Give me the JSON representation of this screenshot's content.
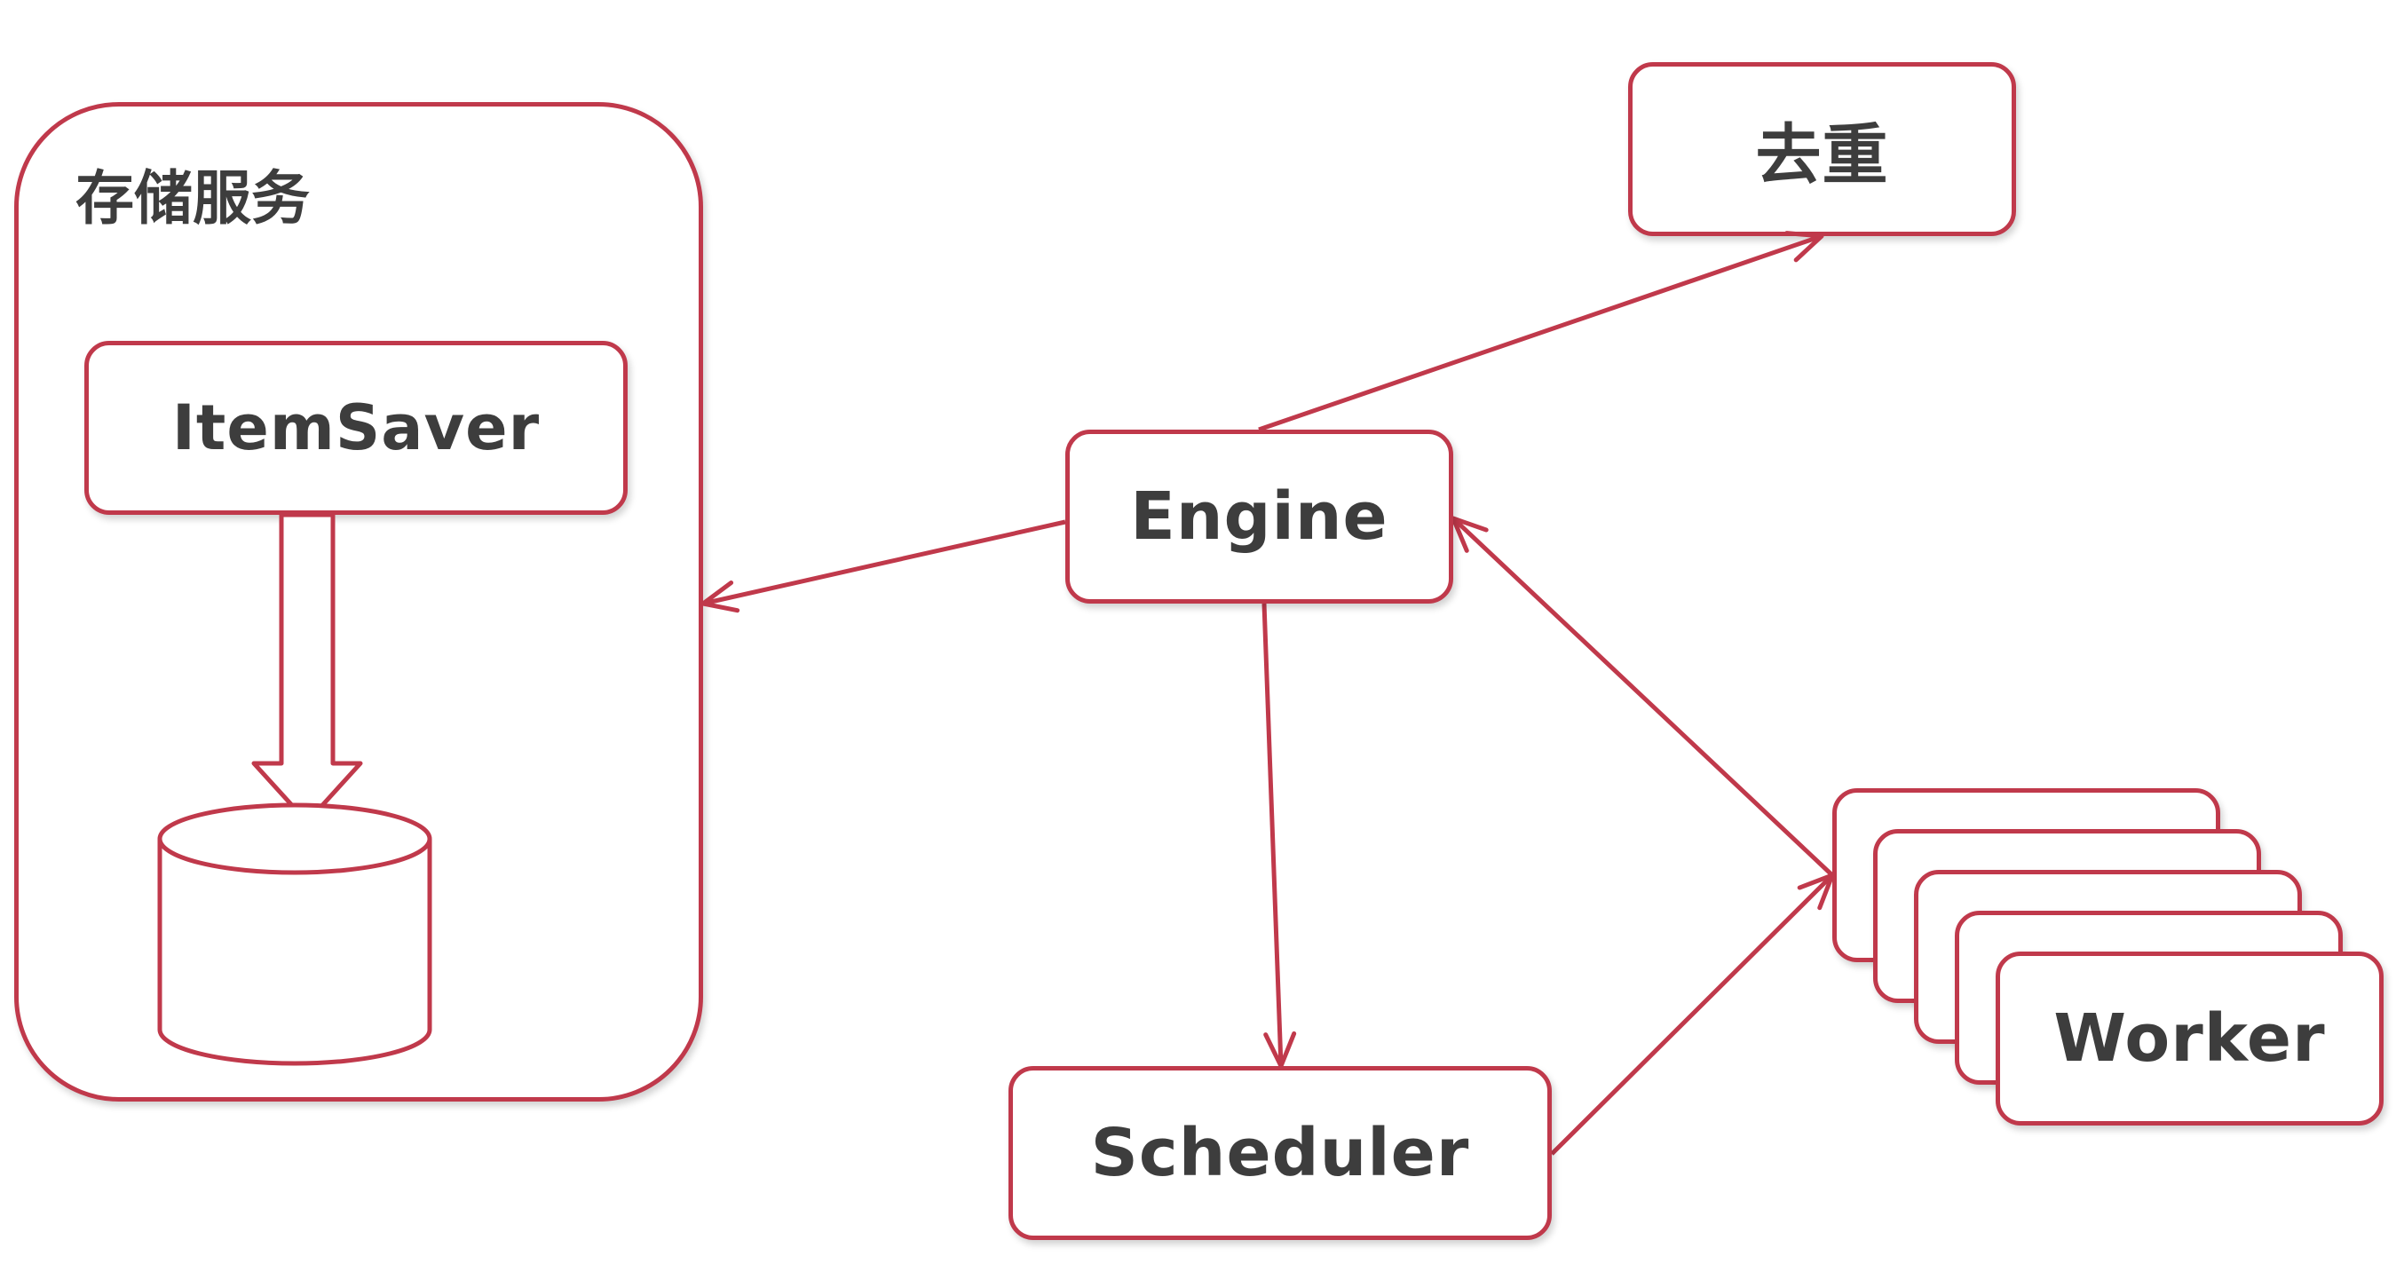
{
  "diagram": {
    "storage_group": {
      "title": "存储服务"
    },
    "nodes": {
      "item_saver": "ItemSaver",
      "engine": "Engine",
      "dedupe": "去重",
      "scheduler": "Scheduler",
      "worker": "Worker"
    },
    "colors": {
      "stroke": "#c0394b",
      "text": "#3d3d3d",
      "background": "#ffffff"
    }
  }
}
